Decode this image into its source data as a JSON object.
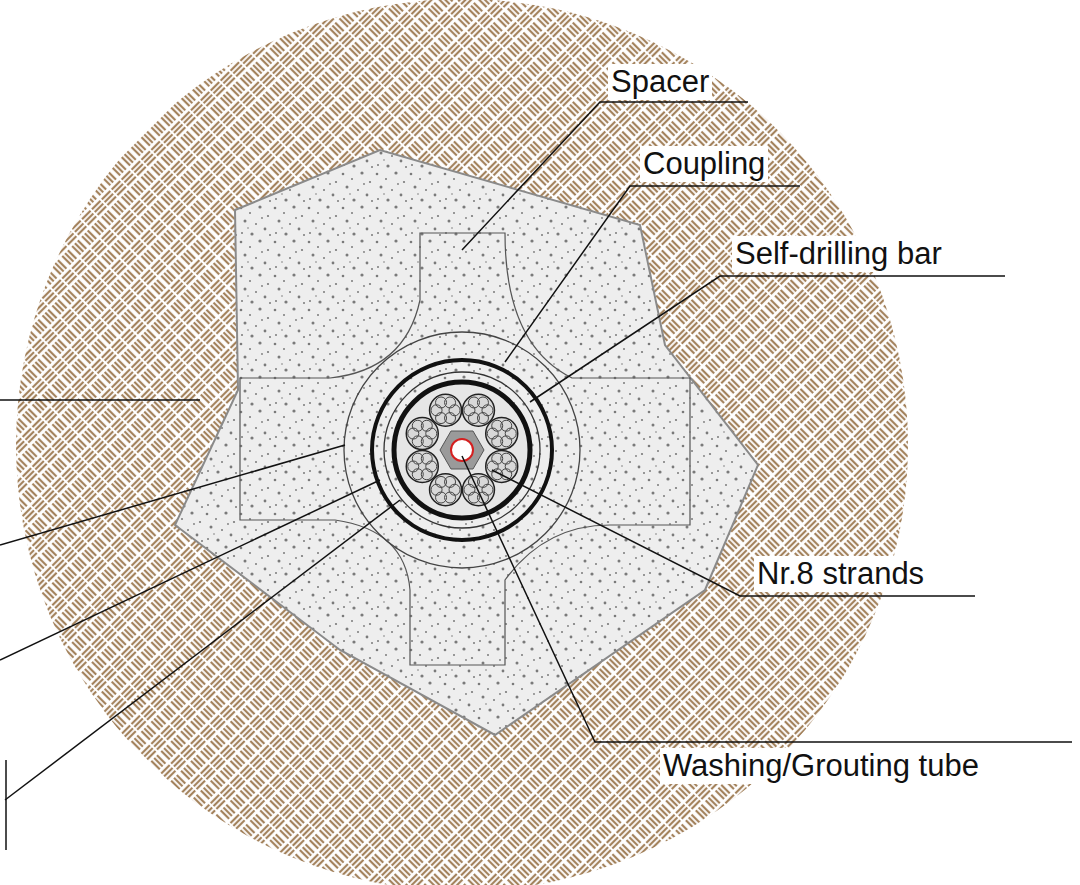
{
  "diagram": {
    "labels": [
      "Spacer",
      "Coupling",
      "Self-drilling bar",
      "Nr.8 strands",
      "Washing/Grouting tube"
    ]
  }
}
